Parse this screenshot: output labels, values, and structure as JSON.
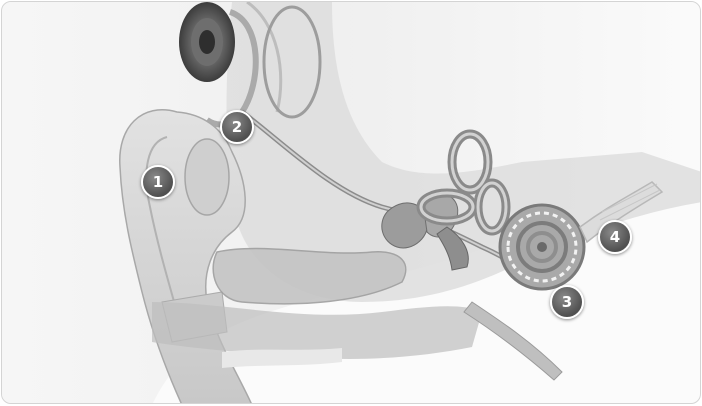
{
  "markers": [
    {
      "id": "1",
      "label": "1"
    },
    {
      "id": "2",
      "label": "2"
    },
    {
      "id": "3",
      "label": "3"
    },
    {
      "id": "4",
      "label": "4"
    }
  ],
  "colors": {
    "background": "#fbfbfb",
    "marker_fill": "#5a5a5a",
    "marker_ring": "#ffffff",
    "tissue": "#d9d9d9"
  }
}
